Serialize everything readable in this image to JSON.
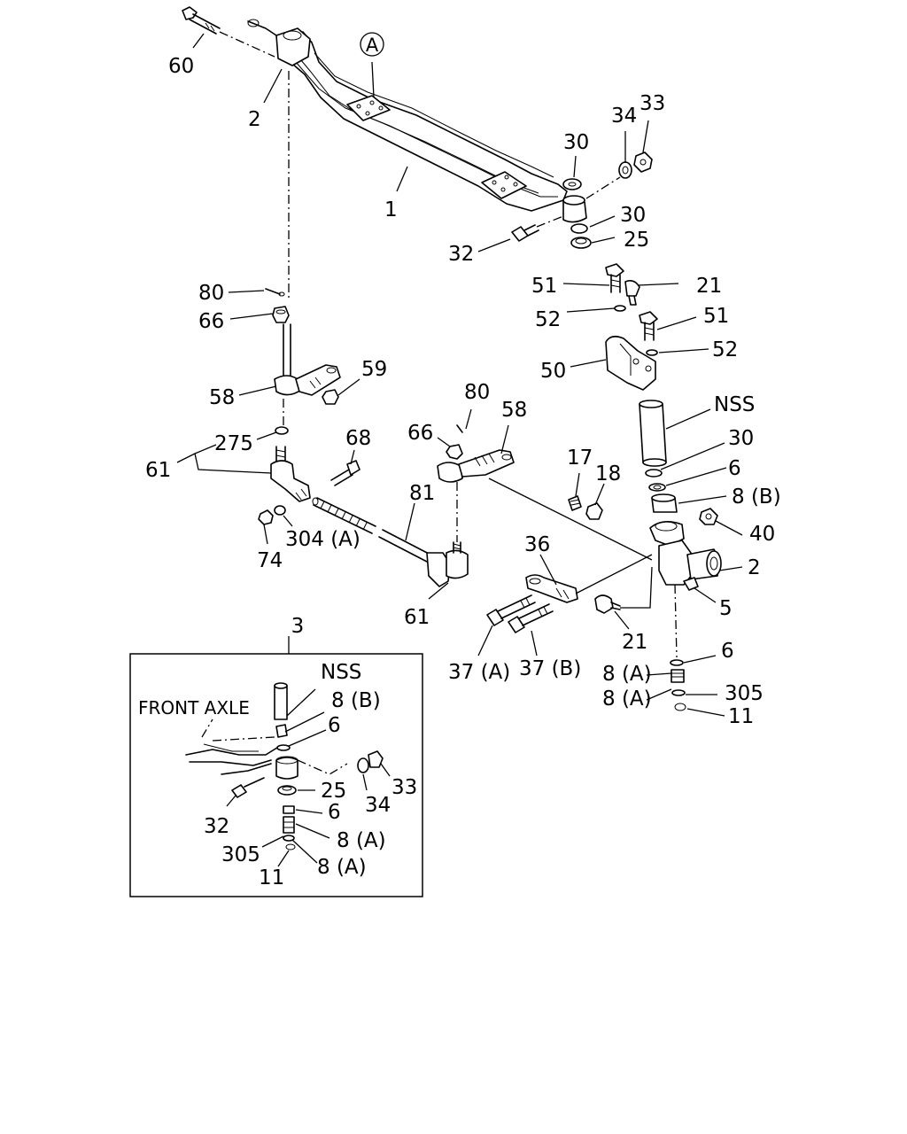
{
  "diagram": {
    "reference_circle": "A",
    "inset_number": "3",
    "inset_caption": "FRONT AXLE",
    "callouts": [
      {
        "id": "c60",
        "text": "60"
      },
      {
        "id": "c2a",
        "text": "2"
      },
      {
        "id": "c1",
        "text": "1"
      },
      {
        "id": "c30a",
        "text": "30"
      },
      {
        "id": "c34a",
        "text": "34"
      },
      {
        "id": "c33a",
        "text": "33"
      },
      {
        "id": "c30b",
        "text": "30"
      },
      {
        "id": "c25a",
        "text": "25"
      },
      {
        "id": "c32a",
        "text": "32"
      },
      {
        "id": "c51a",
        "text": "51"
      },
      {
        "id": "c21a",
        "text": "21"
      },
      {
        "id": "c52a",
        "text": "52"
      },
      {
        "id": "c51b",
        "text": "51"
      },
      {
        "id": "c52b",
        "text": "52"
      },
      {
        "id": "c50",
        "text": "50"
      },
      {
        "id": "cNSSa",
        "text": "NSS"
      },
      {
        "id": "c30c",
        "text": "30"
      },
      {
        "id": "c6a",
        "text": "6"
      },
      {
        "id": "c8Ba",
        "text": "8 (B)"
      },
      {
        "id": "c40",
        "text": "40"
      },
      {
        "id": "c2b",
        "text": "2"
      },
      {
        "id": "c5",
        "text": "5"
      },
      {
        "id": "c21b",
        "text": "21"
      },
      {
        "id": "c6b",
        "text": "6"
      },
      {
        "id": "c8Aa",
        "text": "8 (A)"
      },
      {
        "id": "c305a",
        "text": "305"
      },
      {
        "id": "c8Ab",
        "text": "8 (A)"
      },
      {
        "id": "c11a",
        "text": "11"
      },
      {
        "id": "c80a",
        "text": "80"
      },
      {
        "id": "c66a",
        "text": "66"
      },
      {
        "id": "c59",
        "text": "59"
      },
      {
        "id": "c58a",
        "text": "58"
      },
      {
        "id": "c275",
        "text": "275"
      },
      {
        "id": "c68",
        "text": "68"
      },
      {
        "id": "c61a",
        "text": "61"
      },
      {
        "id": "c74",
        "text": "74"
      },
      {
        "id": "c304",
        "text": "304 (A)"
      },
      {
        "id": "c80b",
        "text": "80"
      },
      {
        "id": "c58b",
        "text": "58"
      },
      {
        "id": "c66b",
        "text": "66"
      },
      {
        "id": "c17",
        "text": "17"
      },
      {
        "id": "c18",
        "text": "18"
      },
      {
        "id": "c81",
        "text": "81"
      },
      {
        "id": "c61b",
        "text": "61"
      },
      {
        "id": "c36",
        "text": "36"
      },
      {
        "id": "c37A",
        "text": "37 (A)"
      },
      {
        "id": "c37B",
        "text": "37 (B)"
      },
      {
        "id": "iNSS",
        "text": "NSS"
      },
      {
        "id": "i8B",
        "text": "8 (B)"
      },
      {
        "id": "i6a",
        "text": "6"
      },
      {
        "id": "i25",
        "text": "25"
      },
      {
        "id": "i34",
        "text": "34"
      },
      {
        "id": "i33",
        "text": "33"
      },
      {
        "id": "i32",
        "text": "32"
      },
      {
        "id": "i6b",
        "text": "6"
      },
      {
        "id": "i8Aa",
        "text": "8 (A)"
      },
      {
        "id": "i305",
        "text": "305"
      },
      {
        "id": "i8Ab",
        "text": "8 (A)"
      },
      {
        "id": "i11",
        "text": "11"
      }
    ]
  }
}
